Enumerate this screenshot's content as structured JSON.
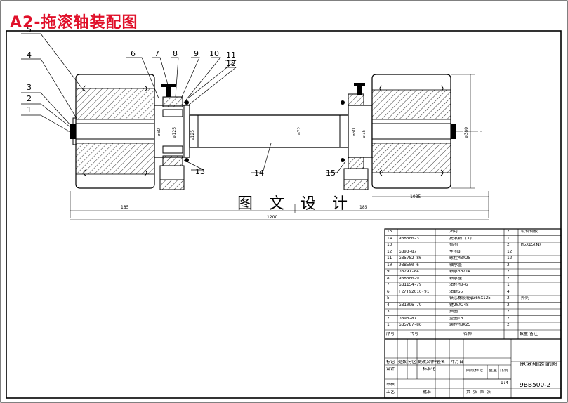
{
  "title": "A2-拖滚轴装配图",
  "caption": "图 文 设 计",
  "callouts": [
    "1",
    "2",
    "3",
    "4",
    "5",
    "6",
    "7",
    "8",
    "9",
    "10",
    "11",
    "12",
    "13",
    "14",
    "15"
  ],
  "dims": {
    "overall_left": "185",
    "overall_right": "185",
    "overall_total": "1200",
    "right_seg": "1085",
    "right_height": "⌀380",
    "shaft_d": "⌀72",
    "bore_left_a": "⌀60",
    "bore_left_b": "⌀125",
    "bore_right_a": "⌀60",
    "bore_right_b": "⌀75",
    "shaft_mid": "⌀125"
  },
  "bom": [
    {
      "no": "15",
      "code": "",
      "name": "油封",
      "qty": "2",
      "note": "软钢钢板"
    },
    {
      "no": "14",
      "code": "9BB500-3",
      "name": "托滚轴 (1)",
      "qty": "1",
      "note": ""
    },
    {
      "no": "13",
      "code": "",
      "name": "挡圈",
      "qty": "2",
      "note": "M5X15(N)"
    },
    {
      "no": "12",
      "code": "GB93-87",
      "name": "垫圈8",
      "qty": "12",
      "note": ""
    },
    {
      "no": "11",
      "code": "GB5782-86",
      "name": "螺栓M8X25",
      "qty": "12",
      "note": ""
    },
    {
      "no": "10",
      "code": "9BB500-6",
      "name": "轴承盖",
      "qty": "2",
      "note": ""
    },
    {
      "no": "9",
      "code": "GB297-84",
      "name": "轴承30214",
      "qty": "2",
      "note": ""
    },
    {
      "no": "8",
      "code": "9BB500-9",
      "name": "轴承座",
      "qty": "2",
      "note": ""
    },
    {
      "no": "7",
      "code": "GB1154-79",
      "name": "油杯M8-6",
      "qty": "1",
      "note": ""
    },
    {
      "no": "6",
      "code": "FZ/T92010-91",
      "name": "油封55",
      "qty": "4",
      "note": ""
    },
    {
      "no": "5",
      "code": "",
      "name": "铁芯橡胶轮φ360X125",
      "qty": "2",
      "note": "外购"
    },
    {
      "no": "4",
      "code": "GB1096-79",
      "name": "键20X248",
      "qty": "2",
      "note": ""
    },
    {
      "no": "3",
      "code": "",
      "name": "挡圈",
      "qty": "2",
      "note": ""
    },
    {
      "no": "2",
      "code": "GB93-87",
      "name": "垫圈10",
      "qty": "2",
      "note": ""
    },
    {
      "no": "1",
      "code": "GB5787-86",
      "name": "螺栓M8X25",
      "qty": "2",
      "note": ""
    }
  ],
  "bom_header": {
    "no": "序号",
    "code": "代号",
    "name": "名称",
    "qty": "数量",
    "note": "备注"
  },
  "tb": {
    "row1": [
      "标记",
      "处数",
      "分区",
      "更改文件号",
      "签名",
      "年月日"
    ],
    "design": "设计",
    "std": "标准化",
    "stage_labels": [
      "阶段标记",
      "重量",
      "比例"
    ],
    "scale": "1:4",
    "review": "审核",
    "process": "工艺",
    "approve": "批准",
    "sheets": "共 张 第 张",
    "drawing_name": "拖滚轴装配图",
    "drawing_no": "9BB500-2"
  }
}
